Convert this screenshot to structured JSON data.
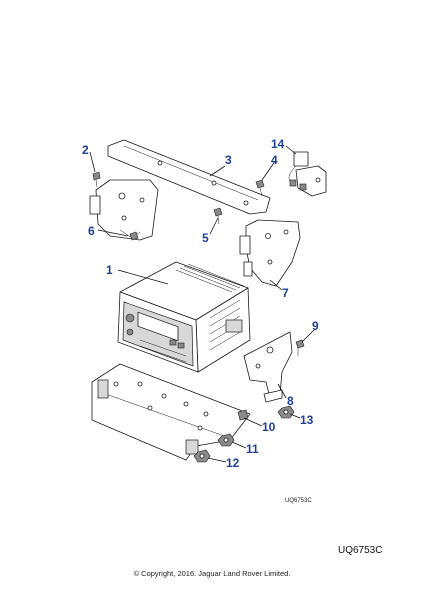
{
  "diagram": {
    "small_ref": "UQ6753C",
    "callouts": [
      "1",
      "2",
      "3",
      "4",
      "5",
      "6",
      "7",
      "8",
      "9",
      "10",
      "11",
      "12",
      "13",
      "14"
    ]
  },
  "footer": {
    "diagram_code": "UQ6753C",
    "copyright": "© Copyright, 2016. Jaguar Land Rover Limited."
  },
  "colors": {
    "callout": "#1f3f9a",
    "line": "#1a1a1a"
  }
}
